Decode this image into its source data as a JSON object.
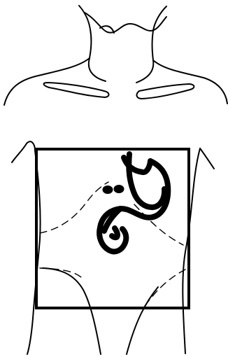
{
  "figure": {
    "colors": {
      "background": "#ffffff",
      "line": "#000000"
    },
    "elements": [
      "neck",
      "shoulders",
      "clavicles",
      "torso",
      "rib-margins",
      "pelvic-lines",
      "window-frame",
      "stomach",
      "gallbladder-dots"
    ]
  }
}
